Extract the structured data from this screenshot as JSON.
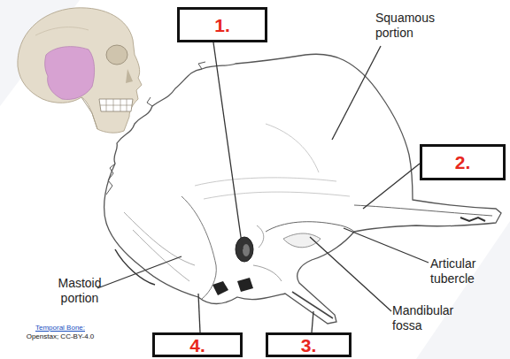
{
  "diagram": {
    "nodes": [
      {
        "text": [
          "1."
        ]
      },
      {
        "text": [
          "2."
        ]
      },
      {
        "text": [
          "4."
        ]
      },
      {
        "text": [
          "3."
        ]
      }
    ],
    "labels": [
      "Squamous portion",
      "Articular tubercle",
      "Mandibular fossa",
      "Mastoid portion",
      "Temporal Bone:",
      "Openstax; CC-BY-4.0"
    ]
  }
}
